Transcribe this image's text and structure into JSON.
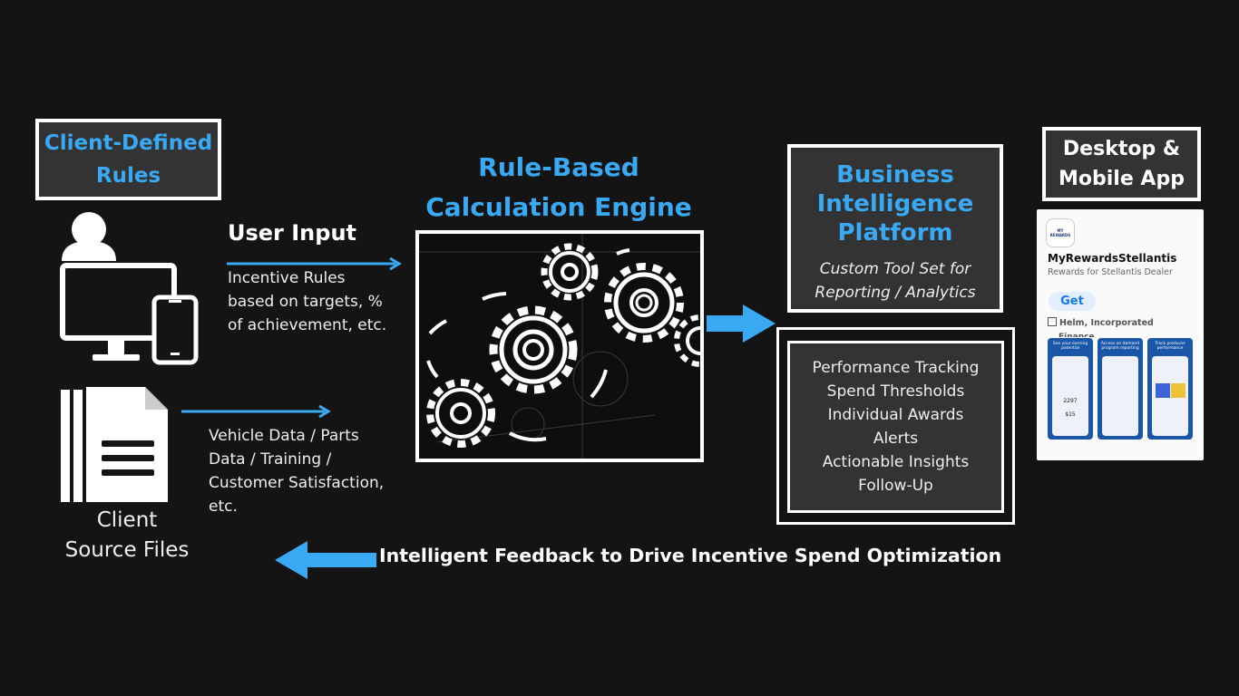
{
  "client_rules": {
    "line1": "Client-Defined",
    "line2": "Rules"
  },
  "user_input": {
    "title": "User Input",
    "lines": [
      "Incentive Rules",
      "based on targets, %",
      "of achievement, etc."
    ]
  },
  "source_data": {
    "lines": [
      "Vehicle Data / Parts",
      "Data / Training /",
      "Customer Satisfaction,",
      "etc."
    ]
  },
  "client_source": {
    "line1": "Client",
    "line2": "Source Files"
  },
  "engine": {
    "line1": "Rule-Based",
    "line2": "Calculation Engine"
  },
  "bi_platform": {
    "title_lines": [
      "Business",
      "Intelligence",
      "Platform"
    ],
    "subtitle_lines": [
      "Custom Tool Set for",
      "Reporting / Analytics"
    ]
  },
  "features": [
    "Performance Tracking",
    "Spend Thresholds",
    "Individual Awards",
    "Alerts",
    "Actionable Insights",
    "Follow-Up"
  ],
  "desktop_mobile": {
    "line1": "Desktop &",
    "line2": "Mobile App"
  },
  "app_listing": {
    "logo_text": "MY REWARDS",
    "name": "MyRewardsStellantis",
    "subtitle": "Rewards for Stellantis Dealer",
    "get_label": "Get",
    "developer": "Helm, Incorporated",
    "category_partial": "Finance",
    "screens": [
      {
        "caption": "See your earning potential",
        "value1": "2297",
        "value2": "$15"
      },
      {
        "caption": "Access on demand program reporting",
        "value1": "",
        "value2": ""
      },
      {
        "caption": "Track producer performance",
        "value1": "",
        "value2": ""
      }
    ]
  },
  "feedback": {
    "label": "Intelligent Feedback to Drive Incentive Spend Optimization"
  },
  "colors": {
    "accent_blue": "#3aa9f4",
    "background": "#141414",
    "box_fill": "#333333"
  },
  "icons": [
    "user-icon",
    "monitor-icon",
    "phone-icon",
    "document-stack-icon",
    "gears-icon"
  ]
}
